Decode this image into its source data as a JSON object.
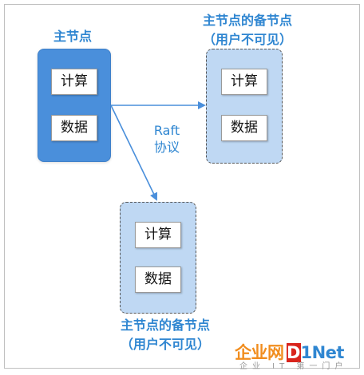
{
  "primary": {
    "label": "主节点",
    "cells": [
      "计算",
      "数据"
    ]
  },
  "standby_right": {
    "label": "主节点的备节点",
    "note": "（用户不可见）",
    "cells": [
      "计算",
      "数据"
    ]
  },
  "standby_bottom": {
    "label": "主节点的备节点",
    "note": "（用户不可见）",
    "cells": [
      "计算",
      "数据"
    ]
  },
  "edge_label": {
    "line1": "Raft",
    "line2": "协议"
  },
  "watermark": {
    "brand_cn": "企业网",
    "brand_d": "D",
    "brand_rest": "1Net",
    "tagline": "企业 IT 第一门户"
  },
  "colors": {
    "accent_text": "#2f86d1",
    "primary_fill": "#4a8fdb",
    "standby_fill": "#bfd8f3",
    "arrow": "#4a8fdb"
  }
}
